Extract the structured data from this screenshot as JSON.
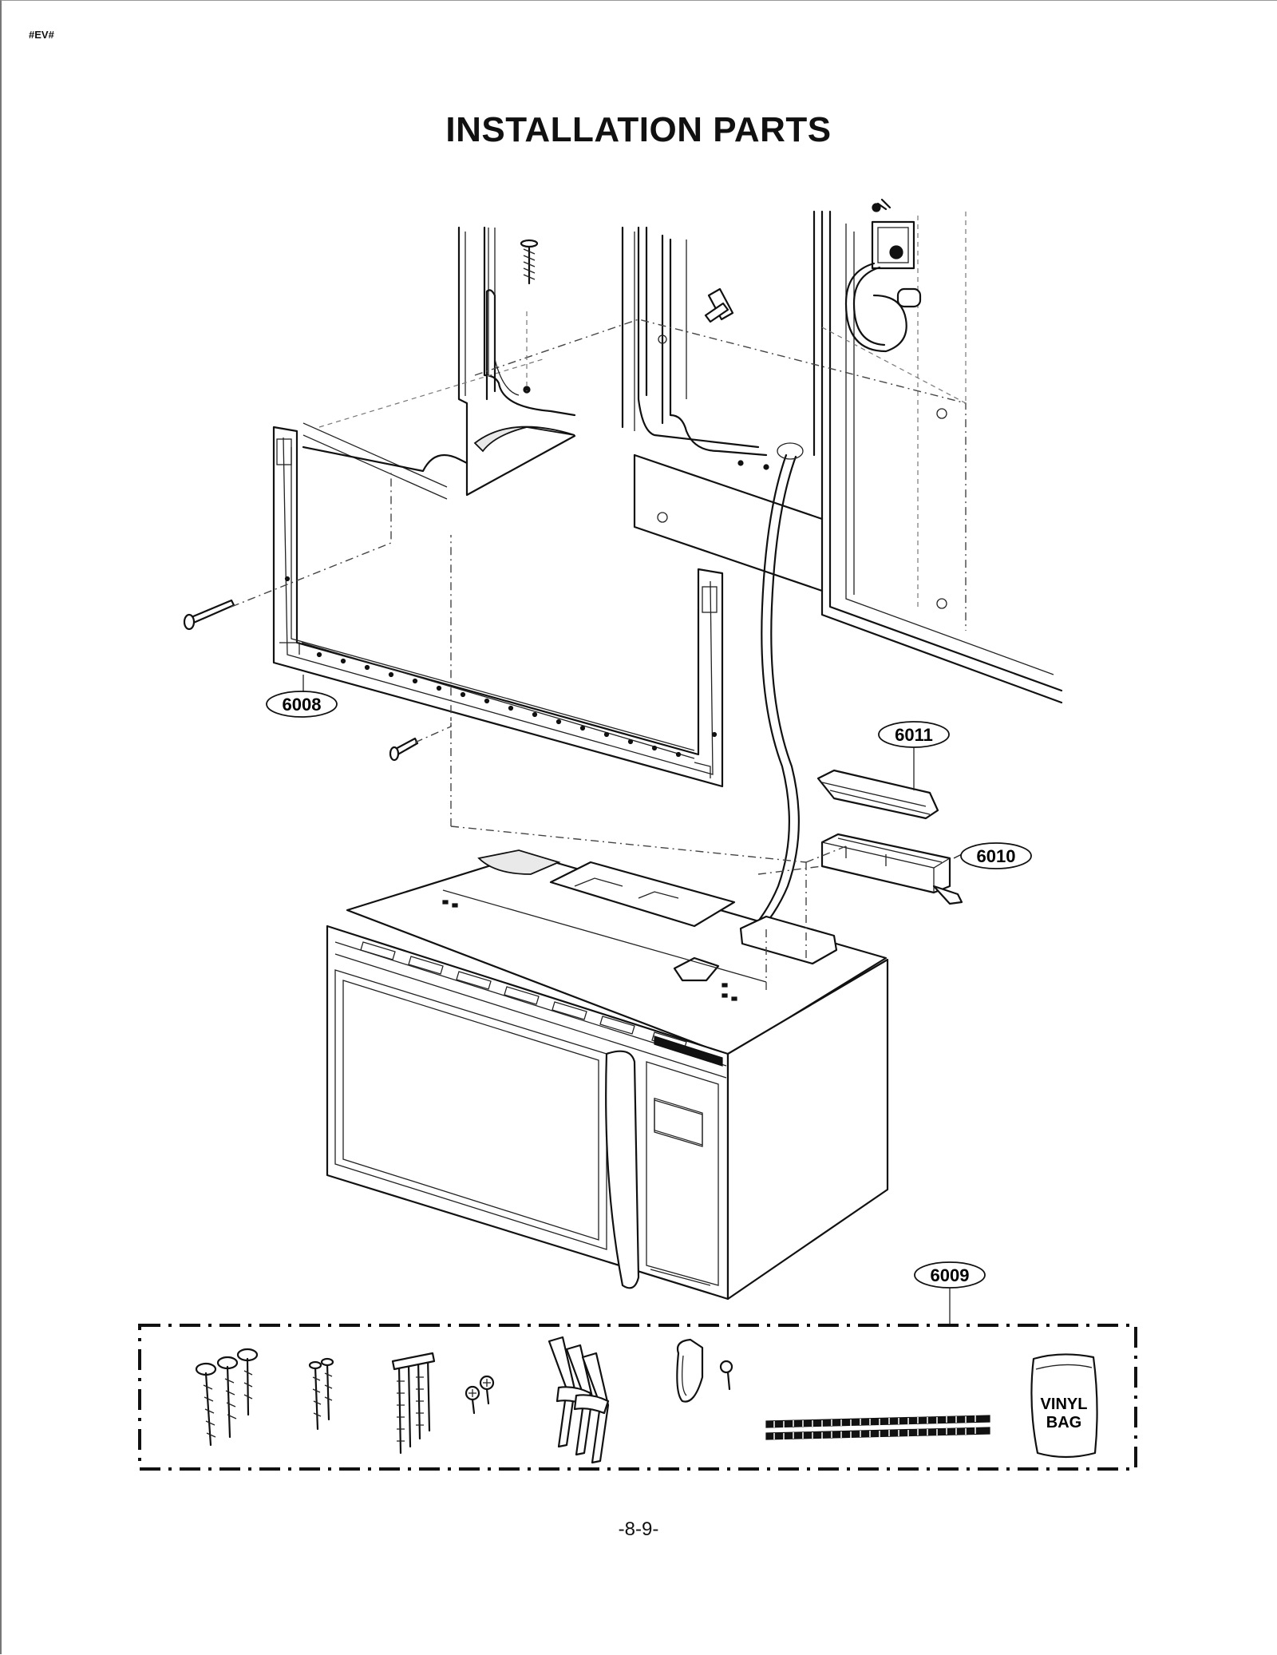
{
  "header": {
    "code": "#EV#"
  },
  "title": "INSTALLATION PARTS",
  "callouts": {
    "mounting_plate": "6008",
    "installation_kit": "6009",
    "adapter_box": "6010",
    "damper": "6011"
  },
  "vinyl_bag": {
    "line1": "VINYL",
    "line2": "BAG"
  },
  "footer": {
    "page_number": "-8-9-"
  }
}
